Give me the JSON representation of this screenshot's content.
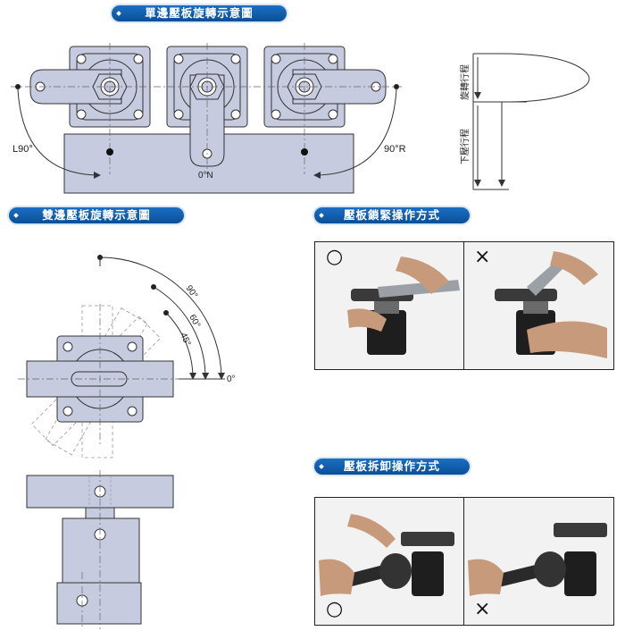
{
  "headings": {
    "single_edge": "單邊壓板旋轉示意圖",
    "double_edge": "雙邊壓板旋轉示意圖",
    "lock_operation": "壓板鎖緊操作方式",
    "remove_operation": "壓板拆卸操作方式"
  },
  "single_edge_diagram": {
    "left_label": "L90°",
    "center_label": "0°N",
    "right_label": "90°R"
  },
  "stroke_diagram": {
    "rotation_stroke": "旋轉行程",
    "press_stroke": "下壓行程"
  },
  "double_edge_diagram": {
    "angle_90": "90°",
    "angle_60": "60°",
    "angle_45": "45°",
    "angle_0": "0°"
  },
  "lock_photos": {
    "correct_mark": "○",
    "wrong_mark": "×"
  },
  "remove_photos": {
    "correct_mark": "○",
    "wrong_mark": "×"
  },
  "colors": {
    "plate": "#c7cbe0",
    "heading_blue": "#0b4f96",
    "line": "#333333"
  }
}
